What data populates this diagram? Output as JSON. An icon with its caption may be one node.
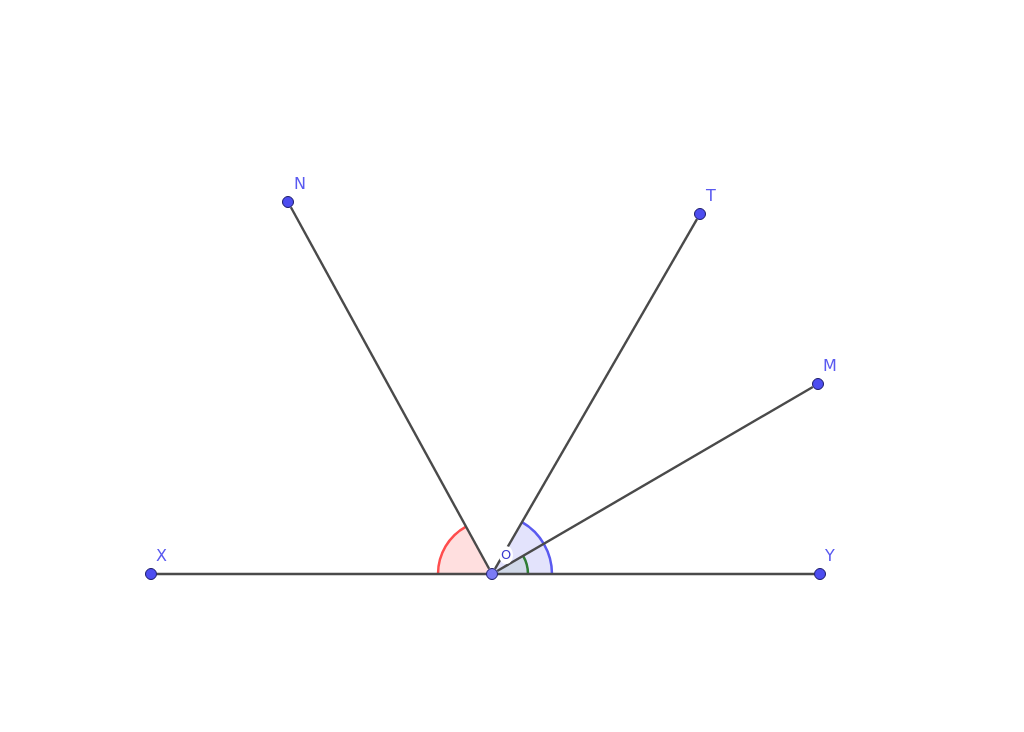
{
  "diagram": {
    "nodes": [
      {
        "text": [
          "N"
        ]
      },
      {
        "text": [
          "T"
        ]
      },
      {
        "text": [
          "M"
        ]
      },
      {
        "text": [
          "X"
        ]
      },
      {
        "text": [
          "O"
        ]
      },
      {
        "text": [
          "Y"
        ]
      }
    ],
    "edges": [
      {
        "from": 4,
        "to": 3,
        "arrow": "none"
      },
      {
        "from": 4,
        "to": 0,
        "arrow": "none"
      },
      {
        "from": 4,
        "to": 1,
        "arrow": "none"
      },
      {
        "from": 4,
        "to": 2,
        "arrow": "none"
      },
      {
        "from": 4,
        "to": 5,
        "arrow": "none"
      }
    ]
  }
}
